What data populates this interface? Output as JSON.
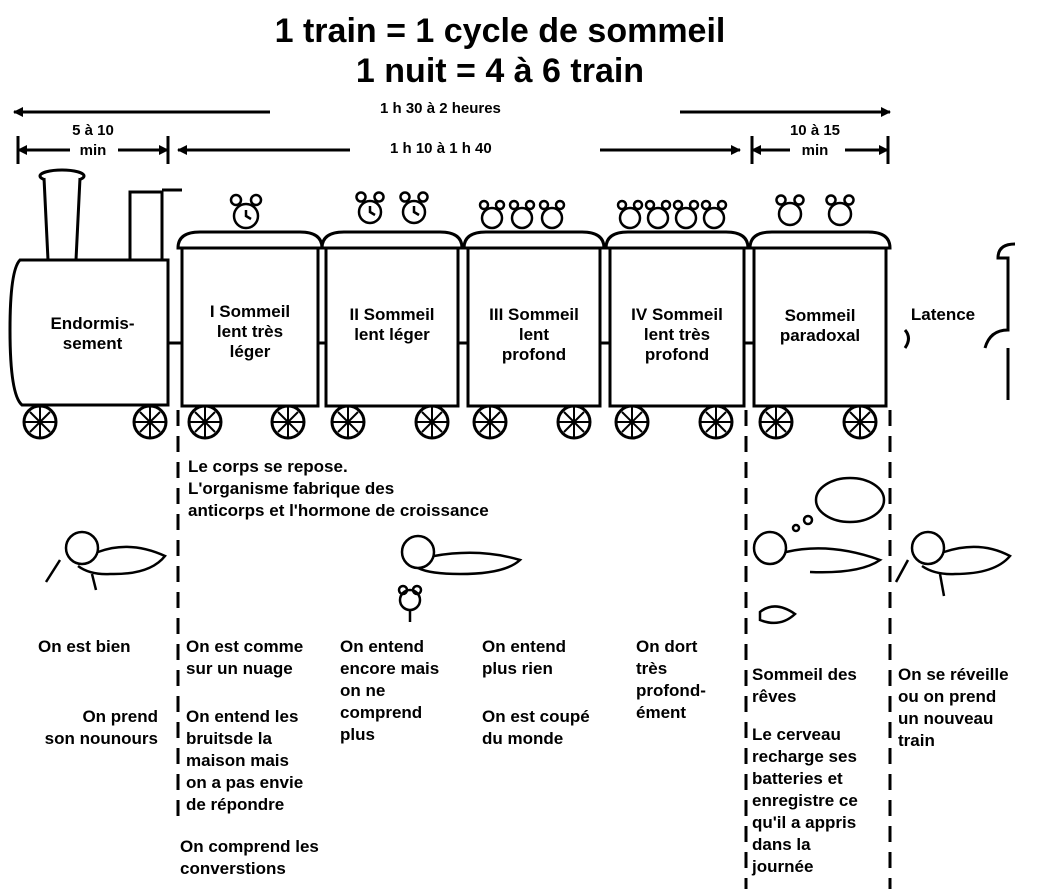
{
  "title": {
    "line1": "1 train = 1 cycle de sommeil",
    "line2": "1 nuit = 4 à 6 train"
  },
  "durations": {
    "full_cycle": "1 h 30 à 2 heures",
    "slow_sleep": "1 h 10 à 1 h 40",
    "falling_asleep_top": "5 à 10",
    "falling_asleep_bottom": "min",
    "paradoxical_top": "10 à 15",
    "paradoxical_bottom": "min"
  },
  "cars": {
    "engine": [
      "Endormis-",
      "sement"
    ],
    "stage1": [
      "I Sommeil",
      "lent très",
      "léger"
    ],
    "stage2": [
      "II Sommeil",
      "lent léger"
    ],
    "stage3": [
      "III Sommeil",
      "lent",
      "profond"
    ],
    "stage4": [
      "IV Sommeil",
      "lent très",
      "profond"
    ],
    "paradoxical": [
      "Sommeil",
      "paradoxal"
    ],
    "latency": [
      "Latence"
    ]
  },
  "notes": {
    "body_rest": [
      "Le corps se repose.",
      "L'organisme fabrique des",
      "anticorps et l'hormone de croissance"
    ]
  },
  "columns": {
    "col0": {
      "a": [
        "On est bien"
      ],
      "b": [
        "On prend",
        "son nounours"
      ]
    },
    "col1": {
      "a": [
        "On est comme",
        "sur un nuage"
      ],
      "b": [
        "On entend les",
        "bruitsde la",
        "maison mais",
        "on a pas envie",
        "de répondre"
      ],
      "c": [
        "On comprend les",
        "converstions"
      ]
    },
    "col2": {
      "a": [
        "On entend",
        "encore mais",
        "on ne",
        "comprend",
        "plus"
      ]
    },
    "col3": {
      "a": [
        "On entend",
        "plus rien"
      ],
      "b": [
        "On est coupé",
        "du monde"
      ]
    },
    "col4": {
      "a": [
        "On dort",
        "très",
        "profond-",
        "ément"
      ]
    },
    "col5": {
      "a": [
        "Sommeil des",
        "rêves"
      ],
      "b": [
        "Le cerveau",
        "recharge ses",
        "batteries et",
        "enregistre ce",
        "qu'il a appris",
        "dans la",
        "journée"
      ]
    },
    "col6": {
      "a": [
        "On se réveille",
        "ou on prend",
        "un nouveau",
        "train"
      ]
    }
  }
}
